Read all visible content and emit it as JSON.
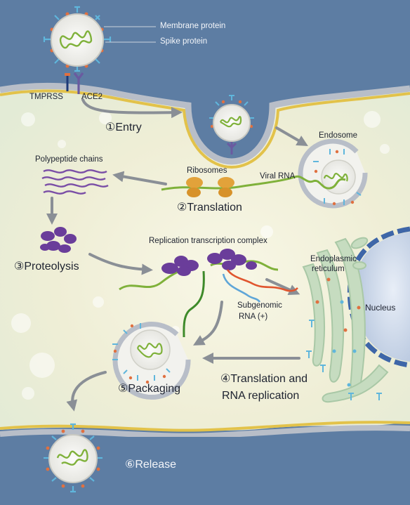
{
  "labels": {
    "membrane_protein": "Membrane protein",
    "spike_protein": "Spike protein",
    "tmprss": "TMPRSS",
    "ace2": "ACE2",
    "entry": "①Entry",
    "endosome": "Endosome",
    "polypeptide_chains": "Polypeptide chains",
    "ribosomes": "Ribosomes",
    "viral_rna": "Viral RNA",
    "translation": "②Translation",
    "replication_complex": "Replication transcription complex",
    "proteolysis": "③Proteolysis",
    "er_line1": "Endoplasmic",
    "er_line2": "reticulum",
    "nucleus": "Nucleus",
    "subgenomic_line1": "Subgenomic",
    "subgenomic_line2": "RNA (+)",
    "translation_rep_line1": "④Translation and",
    "translation_rep_line2": "RNA replication",
    "packaging": "⑤Packaging",
    "release": "⑥Release"
  },
  "colors": {
    "outside_background": "#5d7da3",
    "cytoplasm": "#f2f1d9",
    "membrane_gold": "#e2c24a",
    "membrane_gray": "#b8bec8",
    "spike_blue": "#5fb6dc",
    "membrane_protein_orange": "#e07040",
    "rna_green": "#7fb13a",
    "ribosome_orange": "#e2a23a",
    "polypeptide_purple": "#7a4ea6",
    "protease_purple": "#6a3d9a",
    "er_green": "#c6dcc0",
    "nucleus_blue": "#3e66a8",
    "arrow_gray": "#8a8f96",
    "subgenomic_red": "#e0552e",
    "subgenomic_blue": "#5fa6d8"
  }
}
